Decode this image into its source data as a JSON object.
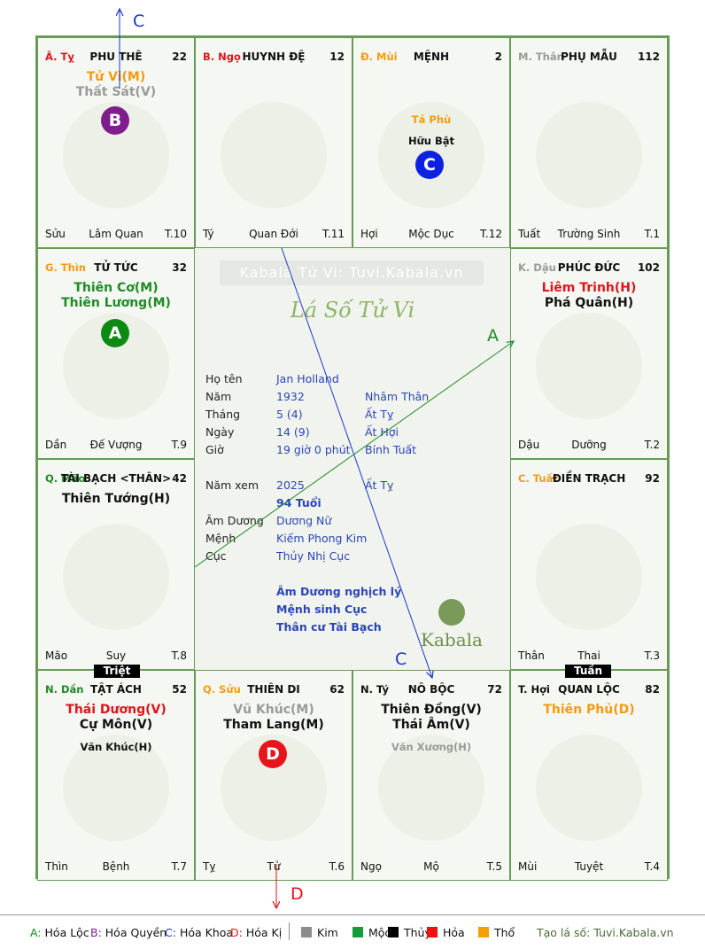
{
  "palaces": [
    {
      "branch": "Â. Tỵ",
      "branch_color": "red",
      "name": "PHU THÊ",
      "number": "22",
      "stars": [
        {
          "text": "Tử Vi(M)",
          "color": "orange"
        },
        {
          "text": "Thất Sát(V)",
          "color": "gray"
        }
      ],
      "minor": [],
      "stage": "Lâm Quan",
      "left": "Sửu",
      "right": "T.10"
    },
    {
      "branch": "B. Ngọ",
      "branch_color": "red",
      "name": "HUYNH ĐỆ",
      "number": "12",
      "stars": [],
      "minor": [],
      "stage": "Quan Đới",
      "left": "Tý",
      "right": "T.11"
    },
    {
      "branch": "Đ. Mùi",
      "branch_color": "orange",
      "name": "MỆNH",
      "number": "2",
      "stars": [],
      "minor": [
        {
          "text": "Tả Phù",
          "color": "orange"
        },
        {
          "text": "Hữu Bật",
          "color": "black"
        }
      ],
      "stage": "Mộc Dục",
      "left": "Hợi",
      "right": "T.12"
    },
    {
      "branch": "M. Thân",
      "branch_color": "gray",
      "name": "PHỤ MẪU",
      "number": "112",
      "stars": [],
      "minor": [],
      "stage": "Trường Sinh",
      "left": "Tuất",
      "right": "T.1"
    },
    {
      "branch": "G. Thìn",
      "branch_color": "orange",
      "name": "TỬ TỨC",
      "number": "32",
      "stars": [
        {
          "text": "Thiên Cơ(M)",
          "color": "green"
        },
        {
          "text": "Thiên Lương(M)",
          "color": "green"
        }
      ],
      "minor": [],
      "stage": "Đế Vượng",
      "left": "Dần",
      "right": "T.9"
    },
    {
      "branch": "K. Dậu",
      "branch_color": "gray",
      "name": "PHÚC ĐỨC",
      "number": "102",
      "stars": [
        {
          "text": "Liêm Trinh(H)",
          "color": "red"
        },
        {
          "text": "Phá Quân(H)",
          "color": "black"
        }
      ],
      "minor": [],
      "stage": "Dưỡng",
      "left": "Dậu",
      "right": "T.2"
    },
    {
      "branch": "Q. Mão",
      "branch_color": "green",
      "name": "TÀI BẠCH <THÂN>",
      "number": "42",
      "stars": [
        {
          "text": "Thiên Tướng(H)",
          "color": "black"
        }
      ],
      "minor": [],
      "stage": "Suy",
      "left": "Mão",
      "right": "T.8"
    },
    {
      "branch": "C. Tuất",
      "branch_color": "orange",
      "name": "ĐIỀN TRẠCH",
      "number": "92",
      "stars": [],
      "minor": [],
      "stage": "Thai",
      "left": "Thân",
      "right": "T.3"
    },
    {
      "branch": "N. Dần",
      "branch_color": "green",
      "name": "TẬT ÁCH",
      "number": "52",
      "stars": [
        {
          "text": "Thái Dương(V)",
          "color": "red"
        },
        {
          "text": "Cự Môn(V)",
          "color": "black"
        }
      ],
      "minor": [
        {
          "text": "Văn Khúc(H)",
          "color": "black"
        }
      ],
      "stage": "Bệnh",
      "left": "Thìn",
      "right": "T.7"
    },
    {
      "branch": "Q. Sửu",
      "branch_color": "orange",
      "name": "THIÊN DI",
      "number": "62",
      "stars": [
        {
          "text": "Vũ Khúc(M)",
          "color": "gray"
        },
        {
          "text": "Tham Lang(M)",
          "color": "black"
        }
      ],
      "minor": [],
      "stage": "Tử",
      "left": "Tỵ",
      "right": "T.6"
    },
    {
      "branch": "N. Tý",
      "branch_color": "black",
      "name": "NÔ BỘC",
      "number": "72",
      "stars": [
        {
          "text": "Thiên Đồng(V)",
          "color": "black"
        },
        {
          "text": "Thái Âm(V)",
          "color": "black"
        }
      ],
      "minor": [
        {
          "text": "Văn Xương(H)",
          "color": "gray"
        }
      ],
      "stage": "Mộ",
      "left": "Ngọ",
      "right": "T.5"
    },
    {
      "branch": "T. Hợi",
      "branch_color": "black",
      "name": "QUAN LỘC",
      "number": "82",
      "stars": [
        {
          "text": "Thiên Phủ(D)",
          "color": "orange"
        }
      ],
      "minor": [],
      "stage": "Tuyệt",
      "left": "Mùi",
      "right": "T.4"
    }
  ],
  "badges": [
    {
      "letter": "B",
      "color": "#7f1d8d"
    },
    {
      "letter": "C",
      "color": "#0d22e0"
    },
    {
      "letter": "A",
      "color": "#0d8a13"
    },
    {
      "letter": "D",
      "color": "#e8141c"
    }
  ],
  "tags": {
    "triet": "Triệt",
    "tuan": "Tuần"
  },
  "center": {
    "site": "Kabala Tử Vi: Tuvi.Kabala.vn",
    "title": "Lá Số Tử Vi",
    "rows": [
      {
        "k": "Họ tên",
        "v": "Jan Holland",
        "w": ""
      },
      {
        "k": "Năm",
        "v": "1932",
        "w": "Nhâm Thân"
      },
      {
        "k": "Tháng",
        "v": "5  (4)",
        "w": "Ất Tỵ"
      },
      {
        "k": "Ngày",
        "v": "14  (9)",
        "w": "Ất Hợi"
      },
      {
        "k": "Giờ",
        "v": "19 giờ 0 phút",
        "w": "Bính Tuất"
      },
      {
        "k": "Năm xem",
        "v": "2025",
        "w": "Ất Tỵ"
      },
      {
        "k": "",
        "v": "94 Tuổi",
        "w": ""
      },
      {
        "k": "Âm Dương",
        "v": "Dương Nữ",
        "w": ""
      },
      {
        "k": "Mệnh",
        "v": "Kiếm Phong Kim",
        "w": ""
      },
      {
        "k": "Cục",
        "v": "Thủy Nhị Cục",
        "w": ""
      }
    ],
    "notes": [
      "Âm Dương nghịch lý",
      "Mệnh sinh Cục",
      "Thân cư Tài Bạch"
    ],
    "logo": "Kabala"
  },
  "arrow_labels": {
    "c_top": "C",
    "a": "A",
    "c_mid": "C",
    "d": "D"
  },
  "legend": {
    "hoa": [
      {
        "key": "A:",
        "label": "Hóa Lộc",
        "color": "#0d8a13"
      },
      {
        "key": "B:",
        "label": "Hóa Quyền",
        "color": "#7f1d8d"
      },
      {
        "key": "C:",
        "label": "Hóa Khoa",
        "color": "#1d35c9"
      },
      {
        "key": "D:",
        "label": "Hóa Kị",
        "color": "#e8141c"
      }
    ],
    "elements": [
      {
        "label": "Kim",
        "color": "#8c8c8c"
      },
      {
        "label": "Mộc",
        "color": "#169c3b"
      },
      {
        "label": "Thủy",
        "color": "#000000"
      },
      {
        "label": "Hỏa",
        "color": "#ef1010"
      },
      {
        "label": "Thổ",
        "color": "#f5a000"
      }
    ],
    "site": "Tạo lá số: Tuvi.Kabala.vn"
  },
  "colors": {
    "red": "#e0141c",
    "orange": "#f39b12",
    "green": "#1f8a28",
    "gray": "#9a9a9a",
    "black": "#111111",
    "border": "#6a9a58"
  }
}
